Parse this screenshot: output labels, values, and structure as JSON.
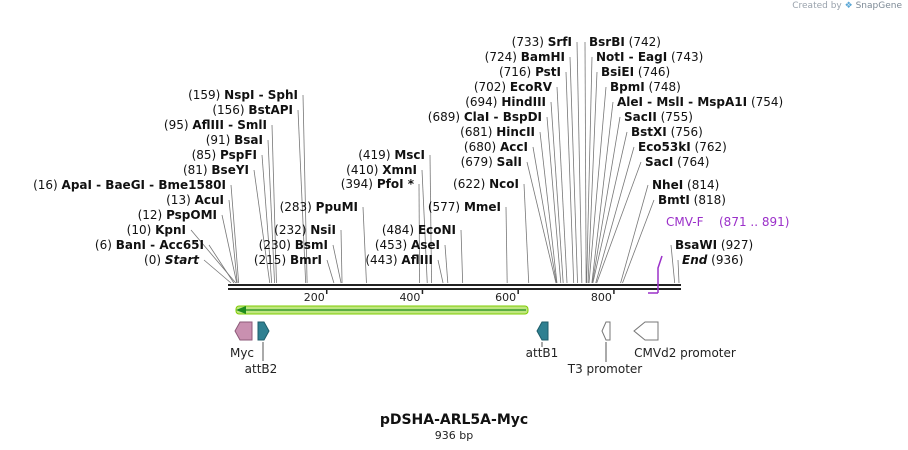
{
  "credit": {
    "prefix": "Created by",
    "brand": "SnapGene"
  },
  "title": "pDSHA-ARL5A-Myc",
  "length_label": "936 bp",
  "colors": {
    "line": "#222222",
    "primer": "#9b30c9",
    "orf_fill": "#7fcc00",
    "orf_arrow": "#1f8c1f",
    "myc": "#c990b0",
    "att": "#2f8091",
    "promoter_outline": "#777777"
  },
  "scale": {
    "min": 0,
    "max": 936,
    "ticks": [
      200,
      400,
      600,
      800
    ]
  },
  "left_sites": [
    {
      "pos": "(0)",
      "names": [
        "Start"
      ],
      "italic": true
    },
    {
      "pos": "(6)",
      "names": [
        "BanI",
        "Acc65I"
      ]
    },
    {
      "pos": "(10)",
      "names": [
        "KpnI"
      ]
    },
    {
      "pos": "(12)",
      "names": [
        "PspOMI"
      ]
    },
    {
      "pos": "(13)",
      "names": [
        "AcuI"
      ]
    },
    {
      "pos": "(16)",
      "names": [
        "ApaI",
        "BaeGI",
        "Bme1580I"
      ]
    },
    {
      "pos": "(81)",
      "names": [
        "BseYI"
      ]
    },
    {
      "pos": "(85)",
      "names": [
        "PspFI"
      ]
    },
    {
      "pos": "(91)",
      "names": [
        "BsaI"
      ]
    },
    {
      "pos": "(95)",
      "names": [
        "AflIII",
        "SmlI"
      ]
    },
    {
      "pos": "(156)",
      "names": [
        "BstAPI"
      ]
    },
    {
      "pos": "(159)",
      "names": [
        "NspI",
        "SphI"
      ]
    }
  ],
  "mid_sites": [
    {
      "pos": "(215)",
      "names": [
        "BmrI"
      ]
    },
    {
      "pos": "(230)",
      "names": [
        "BsmI"
      ]
    },
    {
      "pos": "(232)",
      "names": [
        "NsiI"
      ]
    },
    {
      "pos": "(283)",
      "names": [
        "PpuMI"
      ]
    },
    {
      "pos": "(394)",
      "names": [
        "PfoI *"
      ]
    },
    {
      "pos": "(410)",
      "names": [
        "XmnI"
      ]
    },
    {
      "pos": "(419)",
      "names": [
        "MscI"
      ]
    },
    {
      "pos": "(443)",
      "names": [
        "AflIII"
      ]
    },
    {
      "pos": "(453)",
      "names": [
        "AseI"
      ]
    },
    {
      "pos": "(484)",
      "names": [
        "EcoNI"
      ]
    },
    {
      "pos": "(577)",
      "names": [
        "MmeI"
      ]
    },
    {
      "pos": "(622)",
      "names": [
        "NcoI"
      ]
    }
  ],
  "right_sites": [
    {
      "pos": "(679)",
      "names": [
        "SalI"
      ]
    },
    {
      "pos": "(680)",
      "names": [
        "AccI"
      ]
    },
    {
      "pos": "(681)",
      "names": [
        "HincII"
      ]
    },
    {
      "pos": "(689)",
      "names": [
        "ClaI",
        "BspDI"
      ]
    },
    {
      "pos": "(694)",
      "names": [
        "HindIII"
      ]
    },
    {
      "pos": "(702)",
      "names": [
        "EcoRV"
      ]
    },
    {
      "pos": "(716)",
      "names": [
        "PstI"
      ]
    },
    {
      "pos": "(724)",
      "names": [
        "BamHI"
      ]
    },
    {
      "pos": "(733)",
      "names": [
        "SrfI"
      ]
    }
  ],
  "far_right_sites": [
    {
      "pos": "(742)",
      "names": [
        "BsrBI"
      ]
    },
    {
      "pos": "(743)",
      "names": [
        "NotI",
        "EagI"
      ]
    },
    {
      "pos": "(746)",
      "names": [
        "BsiEI"
      ]
    },
    {
      "pos": "(748)",
      "names": [
        "BpmI"
      ]
    },
    {
      "pos": "(754)",
      "names": [
        "AleI",
        "MslI",
        "MspA1I"
      ]
    },
    {
      "pos": "(755)",
      "names": [
        "SacII"
      ]
    },
    {
      "pos": "(756)",
      "names": [
        "BstXI"
      ]
    },
    {
      "pos": "(762)",
      "names": [
        "Eco53kI"
      ]
    },
    {
      "pos": "(764)",
      "names": [
        "SacI"
      ]
    },
    {
      "pos": "(814)",
      "names": [
        "NheI"
      ]
    },
    {
      "pos": "(818)",
      "names": [
        "BmtI"
      ]
    },
    {
      "pos": "(927)",
      "names": [
        "BsaWI"
      ]
    },
    {
      "pos": "(936)",
      "names": [
        "End"
      ],
      "italic": true
    }
  ],
  "primer": {
    "name": "CMV-F",
    "range": "(871 .. 891)"
  },
  "features": {
    "myc": "Myc",
    "attB2": "attB2",
    "attB1": "attB1",
    "t3": "T3 promoter",
    "cmv": "CMVd2 promoter"
  }
}
